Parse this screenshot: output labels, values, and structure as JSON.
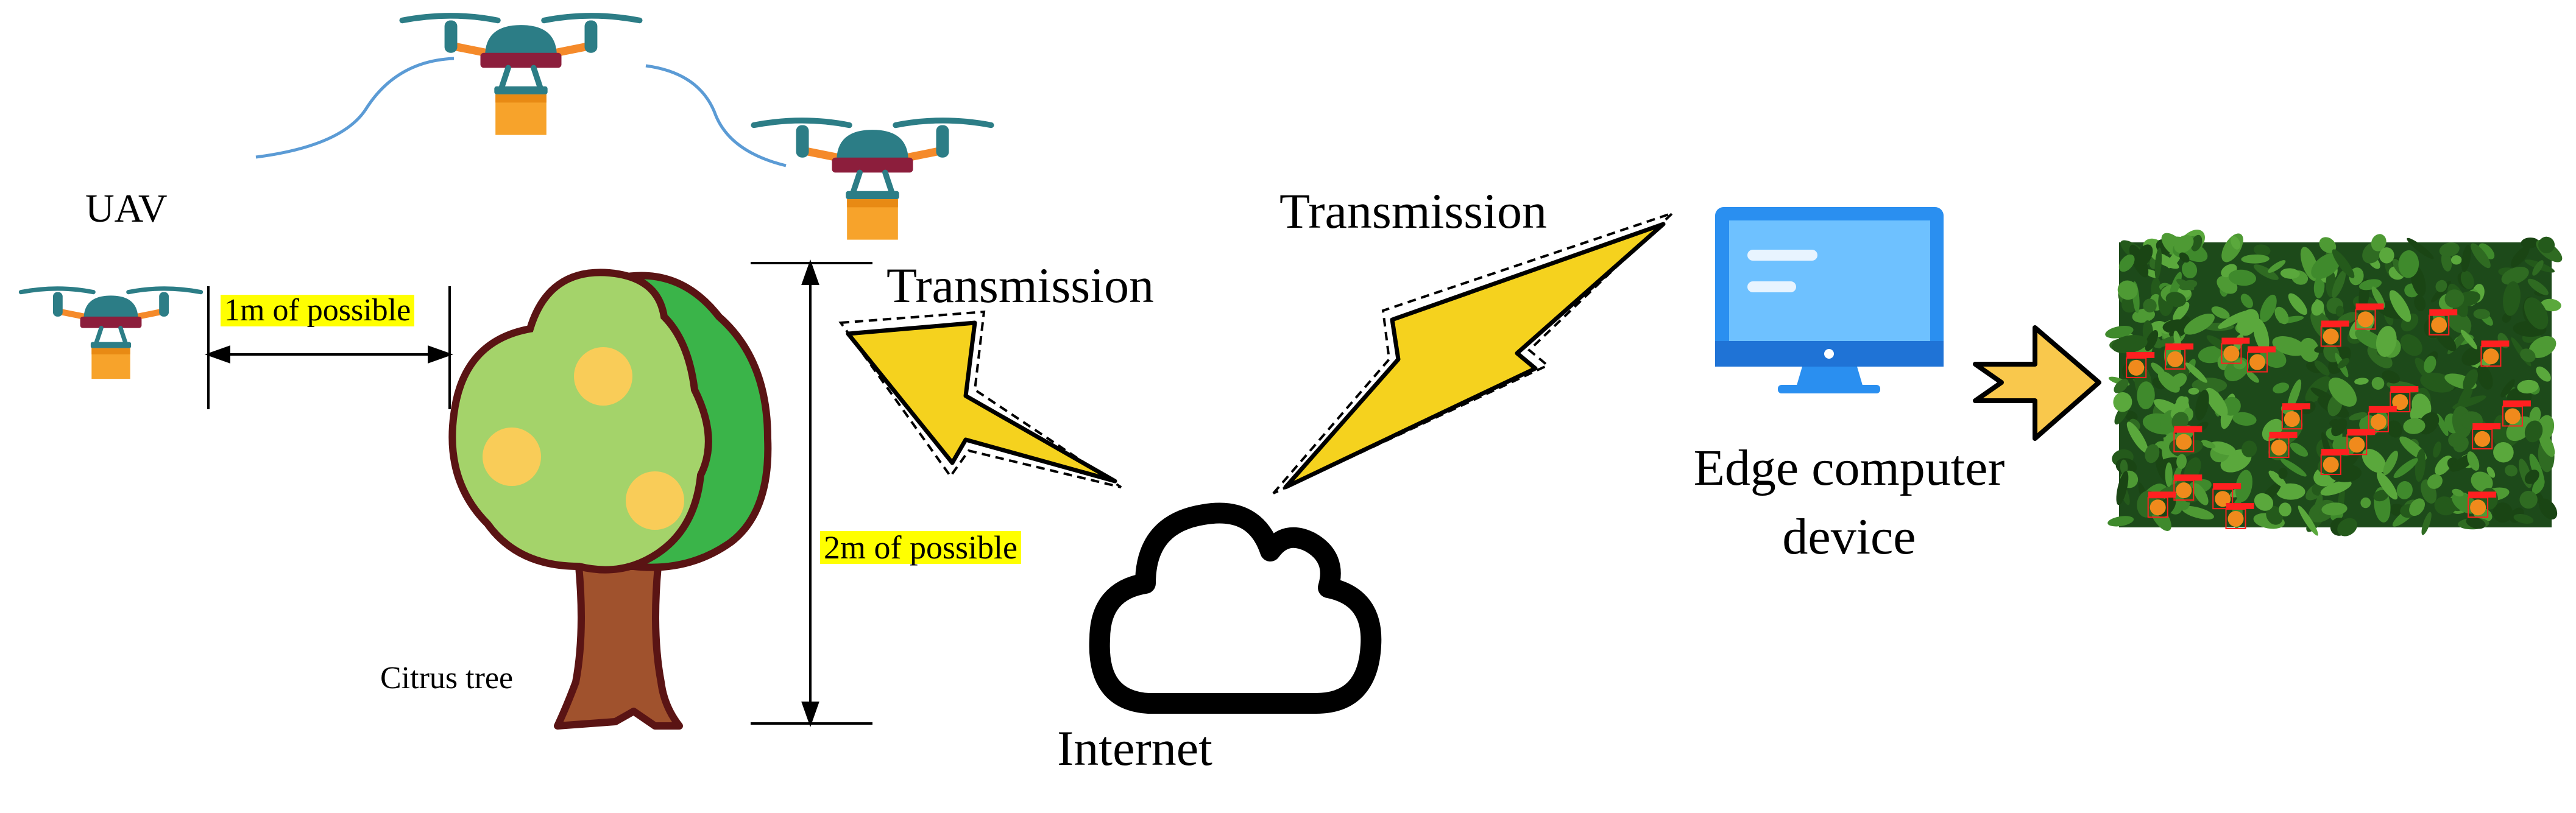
{
  "labels": {
    "uav": "UAV",
    "horizontal_distance": "1m of possible",
    "vertical_distance": "2m of possible",
    "citrus_tree": "Citrus tree",
    "transmission_left": "Transmission",
    "transmission_right": "Transmission",
    "internet": "Internet",
    "edge_device_line1": "Edge computer",
    "edge_device_line2": "device"
  },
  "detection_label": "orange",
  "colors": {
    "drone_orange": "#f58a2a",
    "drone_teal": "#2c7d86",
    "drone_crimson": "#8c1e3c",
    "package": "#f7a32b",
    "tree_light": "#a4d36a",
    "tree_dark": "#3ab449",
    "tree_outline": "#5a1414",
    "fruit": "#f9cc58",
    "trunk": "#a0522d",
    "lightning": "#f5d21e",
    "monitor": "#2a8ff0",
    "arrow": "#f9c84c",
    "highlight": "#ffff00"
  },
  "icons": [
    "drone-icon",
    "citrus-tree-icon",
    "lightning-icon",
    "cloud-icon",
    "monitor-icon",
    "arrow-right-icon",
    "orchard-photo"
  ]
}
